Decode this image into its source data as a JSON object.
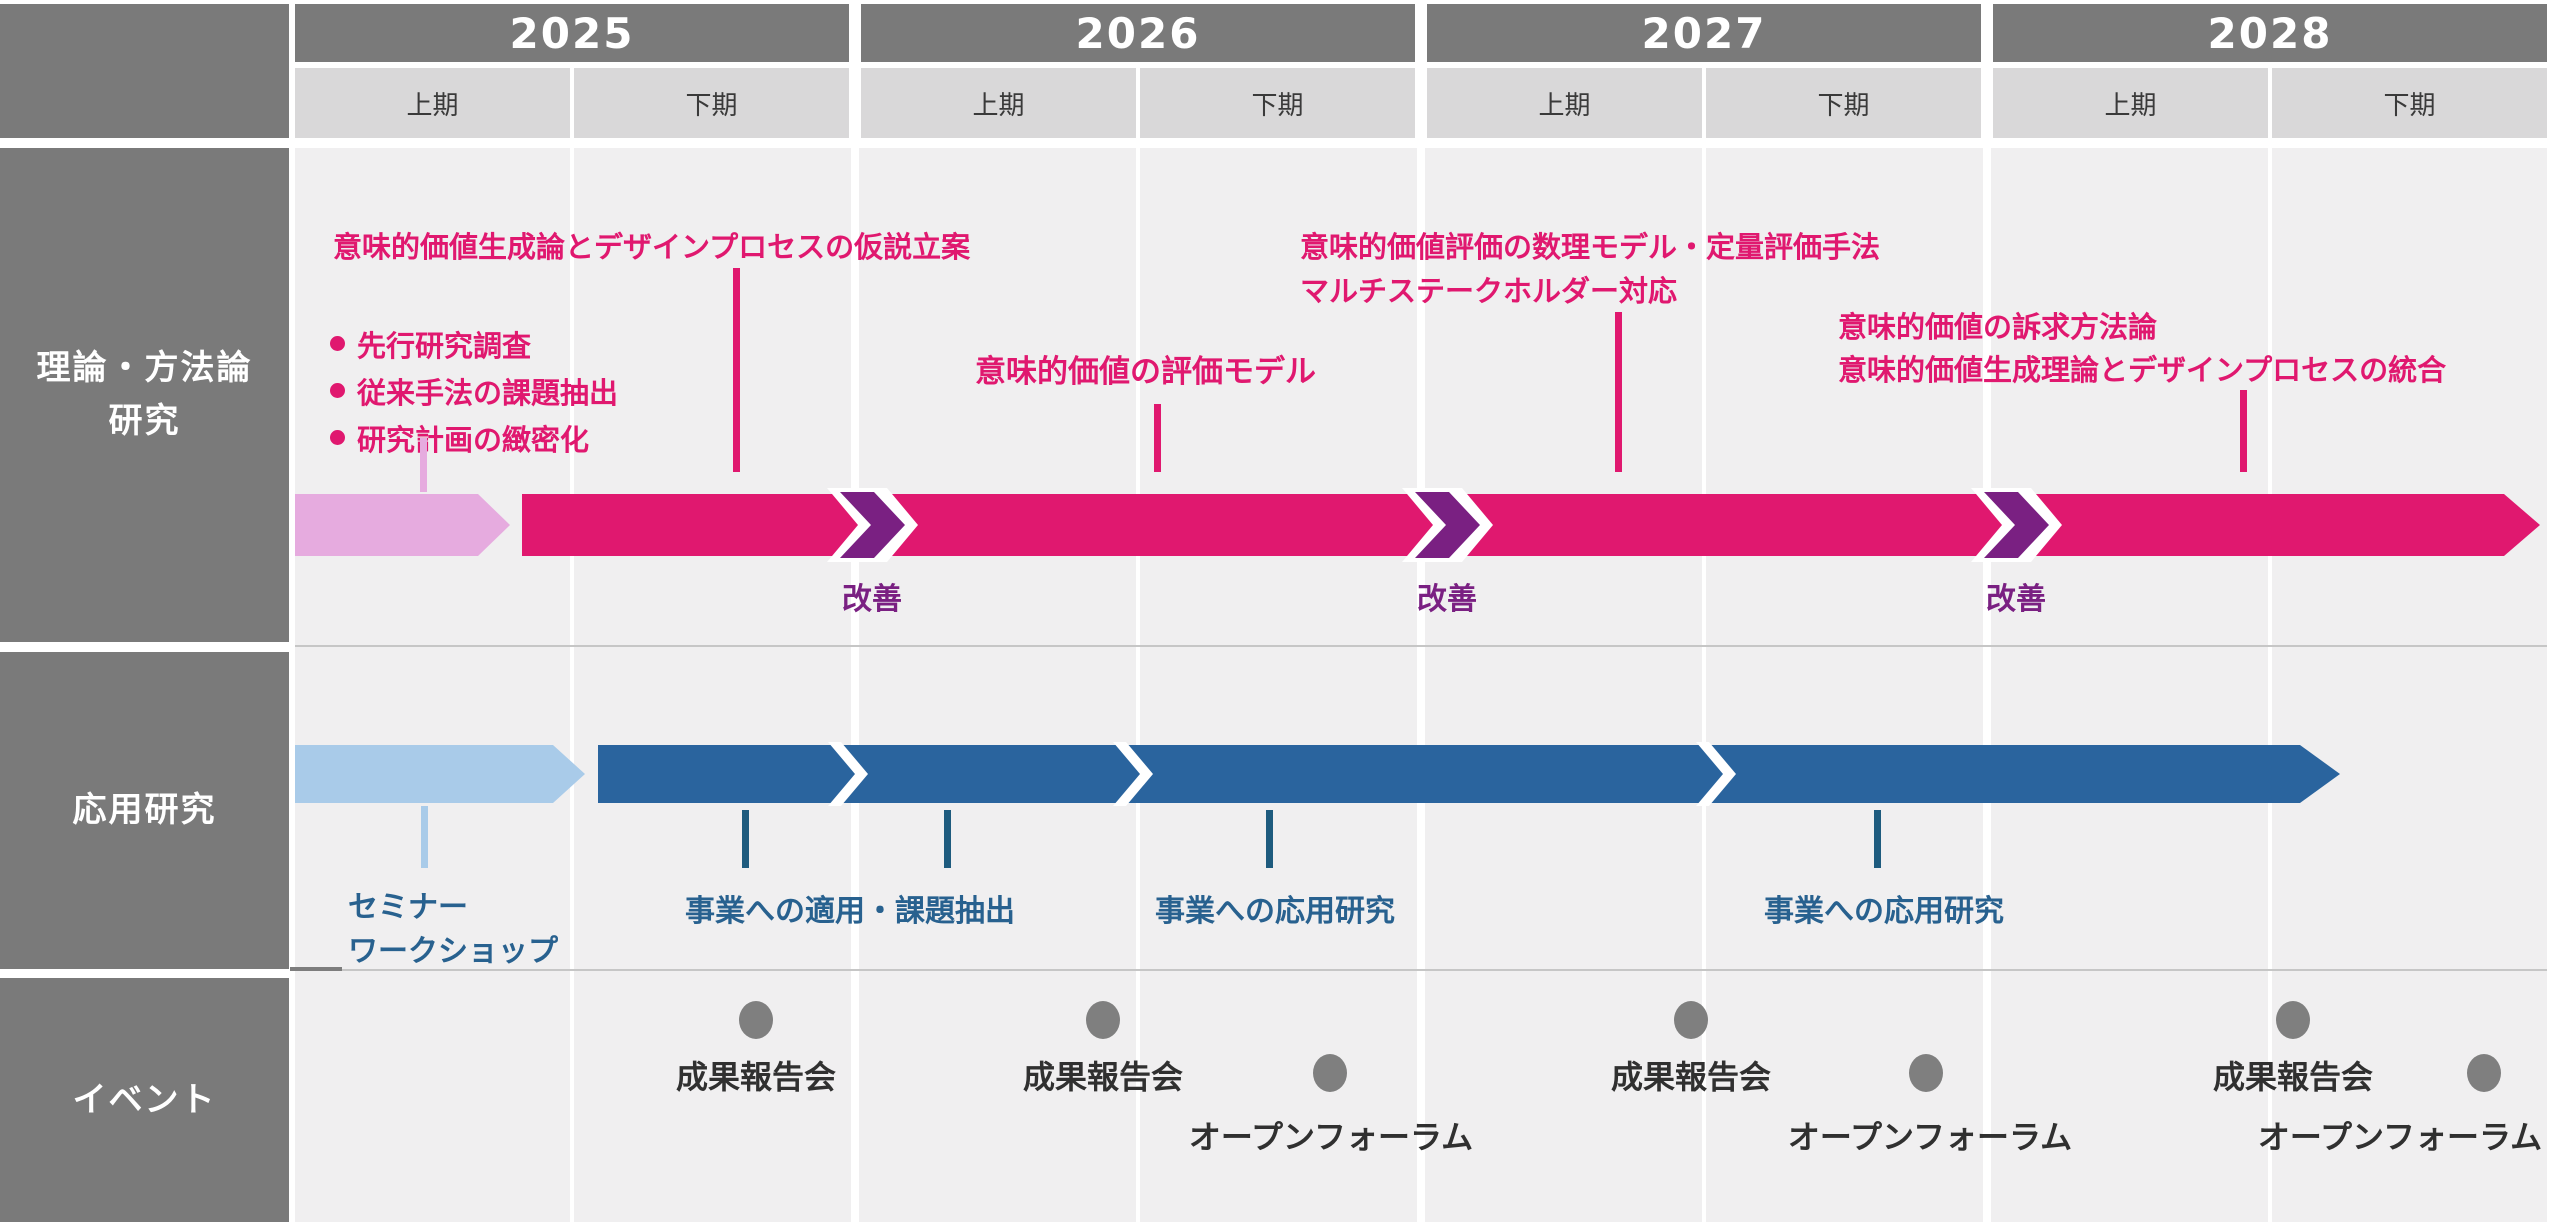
{
  "header": {
    "years": [
      "2025",
      "2026",
      "2027",
      "2028"
    ],
    "halves": [
      "上期",
      "下期"
    ]
  },
  "sidebar": {
    "theory_line1": "理論・方法論",
    "theory_line2": "研究",
    "applied": "応用研究",
    "events": "イベント"
  },
  "theory": {
    "hypothesis_label": "意味的価値生成論とデザインプロセスの仮説立案",
    "bullets": [
      "先行研究調査",
      "従来手法の課題抽出",
      "研究計画の緻密化"
    ],
    "eval_model_label": "意味的価値の評価モデル",
    "math_model_line1": "意味的価値評価の数理モデル・定量評価手法",
    "math_model_line2": "マルチステークホルダー対応",
    "integration_line1": "意味的価値の訴求方法論",
    "integration_line2": "意味的価値生成理論とデザインプロセスの統合",
    "improvement_labels": [
      "改善",
      "改善",
      "改善"
    ]
  },
  "applied": {
    "seminar_line1": "セミナー",
    "seminar_line2": "ワークショップ",
    "adapt_label": "事業への適用・課題抽出",
    "applied_label_1": "事業への応用研究",
    "applied_label_2": "事業への応用研究"
  },
  "events": {
    "items": [
      {
        "type": "report",
        "label": "成果報告会"
      },
      {
        "type": "report",
        "label": "成果報告会"
      },
      {
        "type": "forum",
        "label": "オープンフォーラム"
      },
      {
        "type": "report",
        "label": "成果報告会"
      },
      {
        "type": "forum",
        "label": "オープンフォーラム"
      },
      {
        "type": "report",
        "label": "成果報告会"
      },
      {
        "type": "forum",
        "label": "オープンフォーラム"
      }
    ]
  },
  "colors": {
    "header_gray": "#7a7a7a",
    "subheader_gray": "#d9d8d9",
    "content_bg": "#f0eff0",
    "magenta": "#e0186f",
    "light_pink": "#e6abdf",
    "purple": "#7a2082",
    "dark_blue": "#2a649e",
    "light_blue": "#a9cbe9",
    "blue_text": "#28618f",
    "blue_tick": "#1e5b7e",
    "dot_gray": "#7f7f7f",
    "event_text": "#303030"
  }
}
